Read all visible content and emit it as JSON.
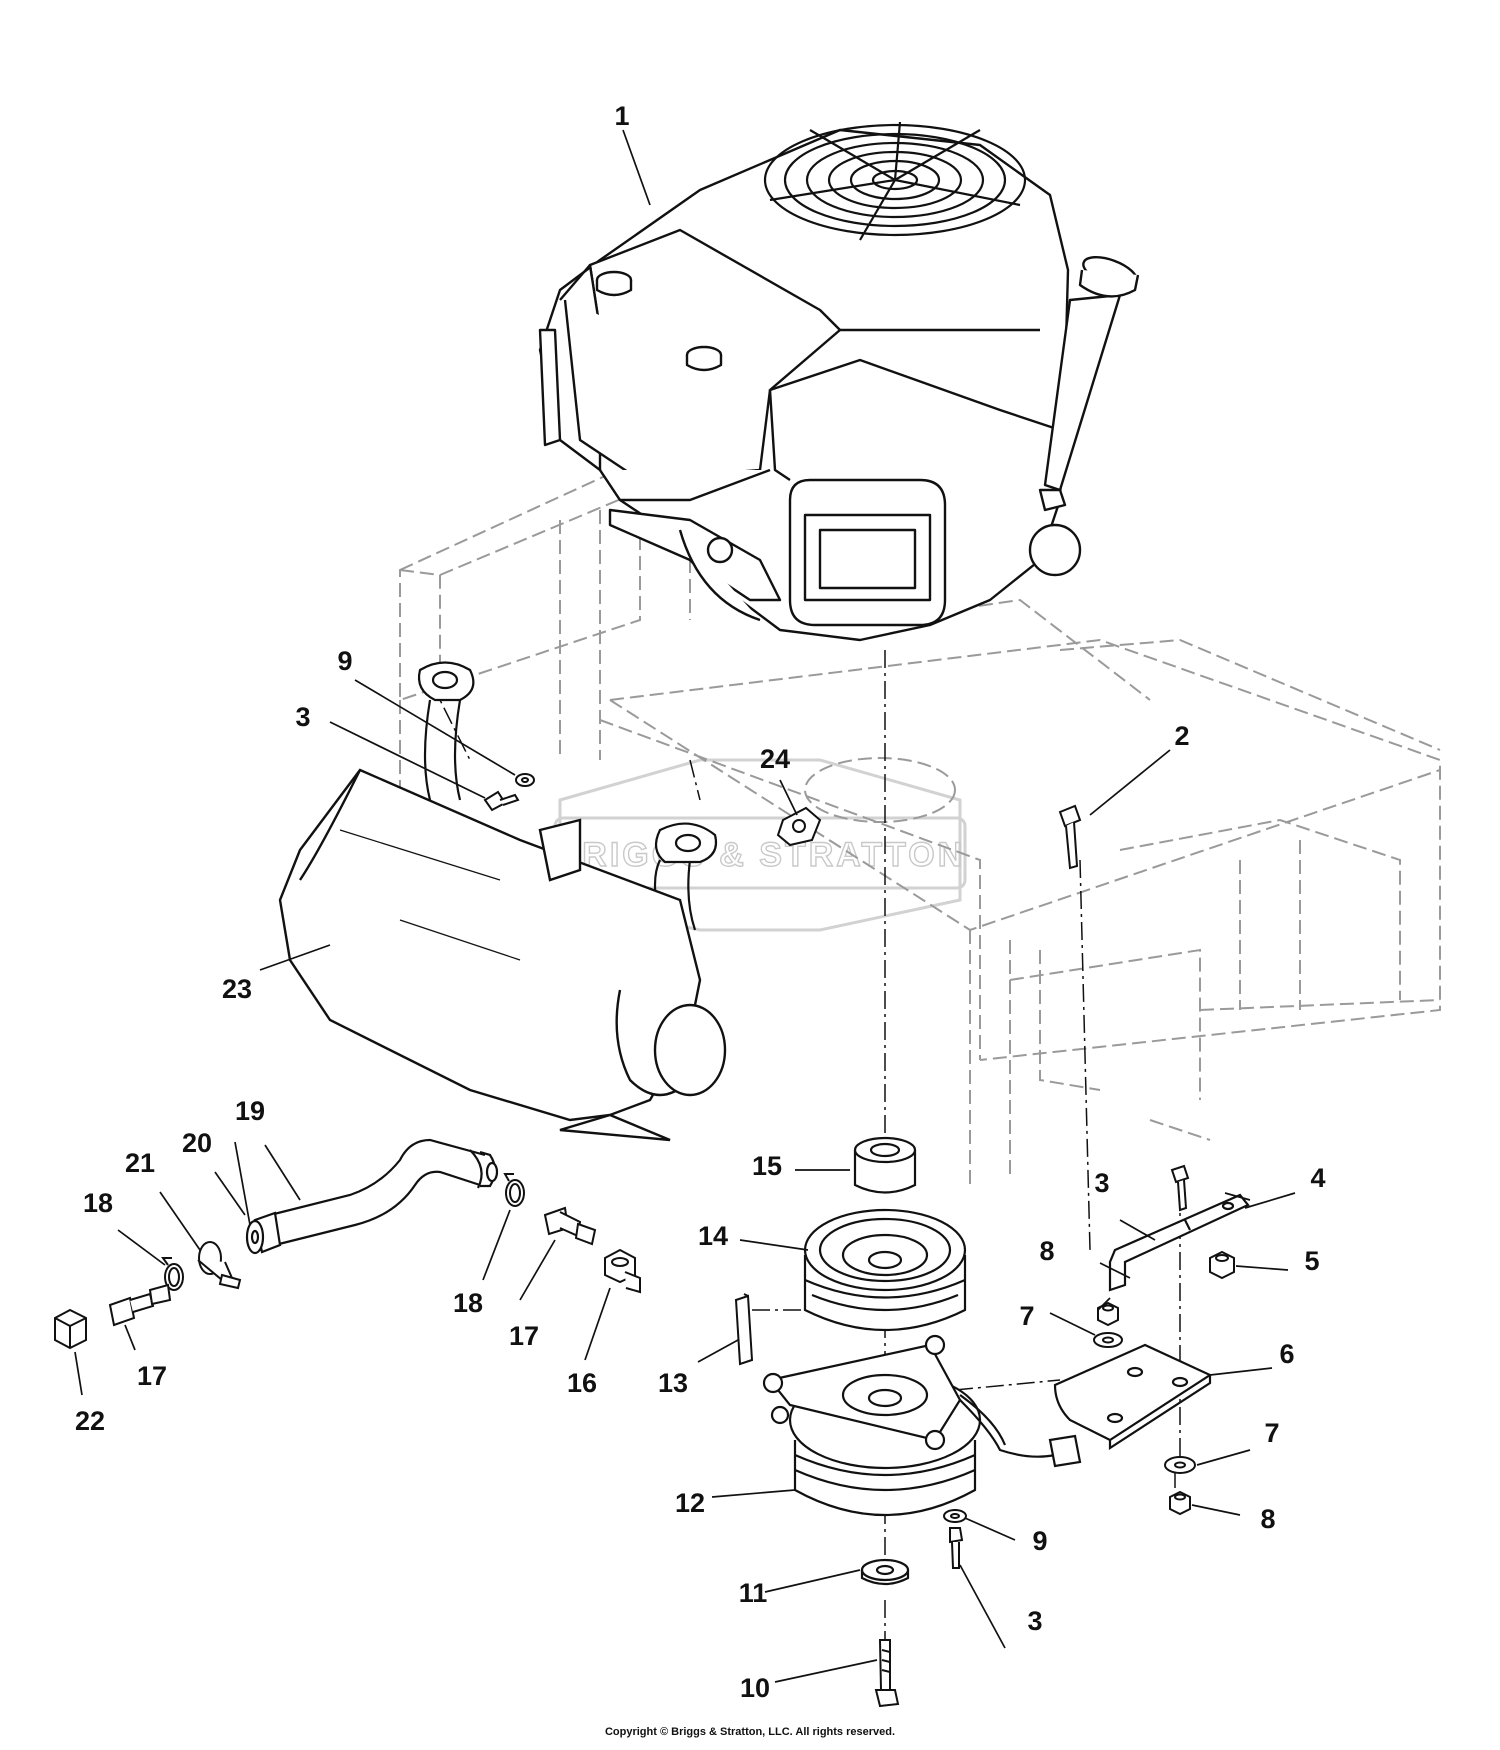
{
  "colors": {
    "line": "#111111",
    "phantom": "#9a9a9a",
    "watermark": "#c9c9c9"
  },
  "watermark": {
    "text": "BRIGGS & STRATTON"
  },
  "copyright": "Copyright © Briggs & Stratton, LLC. All rights reserved.",
  "labels": {
    "engine": "1",
    "deck_bolt": "2",
    "bolt_muffler": "3",
    "bolt_bracket": "3",
    "bolt_clutch": "3",
    "bracket": "4",
    "nut_bracket": "5",
    "plate": "6",
    "washer_top": "7",
    "washer_bottom": "7",
    "nut_top": "8",
    "nut_bottom": "8",
    "washer_muffler": "9",
    "washer_clutch": "9",
    "clutch_bolt": "10",
    "clutch_washer": "11",
    "clutch": "12",
    "key": "13",
    "pulley": "14",
    "spacer": "15",
    "fitting_16": "16",
    "fitting_17_right": "17",
    "fitting_17_left": "17",
    "clamp_18_right": "18",
    "clamp_18_left": "18",
    "hose": "19",
    "hose_end": "20",
    "hose_clip": "21",
    "plug": "22",
    "muffler": "23",
    "nut_24": "24"
  }
}
